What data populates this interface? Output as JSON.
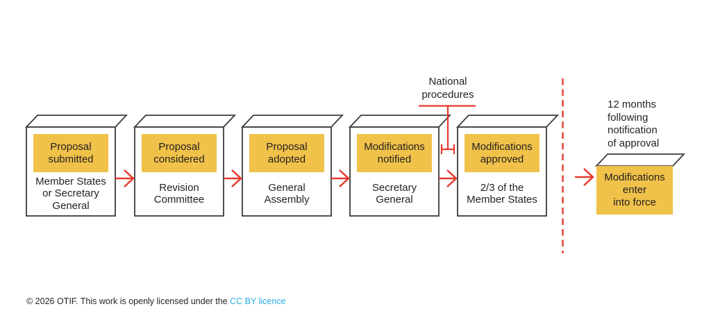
{
  "colors": {
    "yellow": "#F0C24A",
    "red": "#E8392F",
    "stroke": "#3B3B3B",
    "ink": "#231F20",
    "link": "#29ABE2"
  },
  "diagram": {
    "steps": [
      {
        "label": "Proposal\nsubmitted",
        "actor": "Member States\nor Secretary\nGeneral"
      },
      {
        "label": "Proposal\nconsidered",
        "actor": "Revision\nCommittee"
      },
      {
        "label": "Proposal\nadopted",
        "actor": "General\nAssembly"
      },
      {
        "label": "Modifications\nnotified",
        "actor": "Secretary\nGeneral"
      },
      {
        "label": "Modifications\napproved",
        "actor": "2/3 of the\nMember States"
      }
    ],
    "national_procedures_label": "National\nprocedures",
    "delay_note": "12 months\nfollowing\nnotification\nof approval",
    "final_step_label": "Modifications\nenter\ninto force"
  },
  "footer": {
    "text": "© 2026 OTIF. This work is openly licensed under the ",
    "link_text": "CC BY licence"
  }
}
